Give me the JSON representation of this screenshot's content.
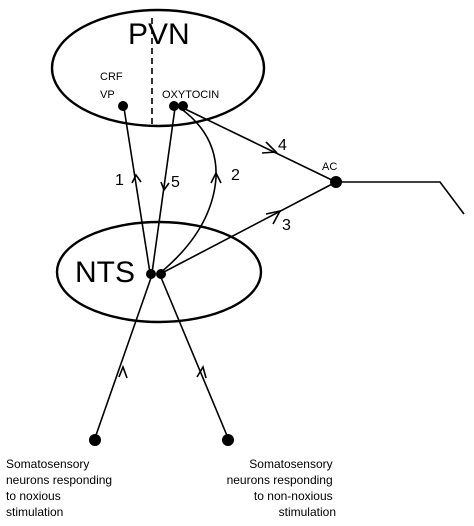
{
  "nodes": {
    "pvn": "PVN",
    "nts": "NTS",
    "crf": "CRF",
    "vp": "VP",
    "oxytocin": "OXYTOCIN",
    "ac": "AC"
  },
  "pathways": {
    "p1": "1",
    "p2": "2",
    "p3": "3",
    "p4": "4",
    "p5": "5"
  },
  "notes": {
    "left": [
      "Somatosensory",
      "neurons responding",
      "to noxious",
      "stimulation"
    ],
    "right": [
      "Somatosensory",
      "neurons responding",
      "to non-noxious",
      "stimulation"
    ]
  }
}
